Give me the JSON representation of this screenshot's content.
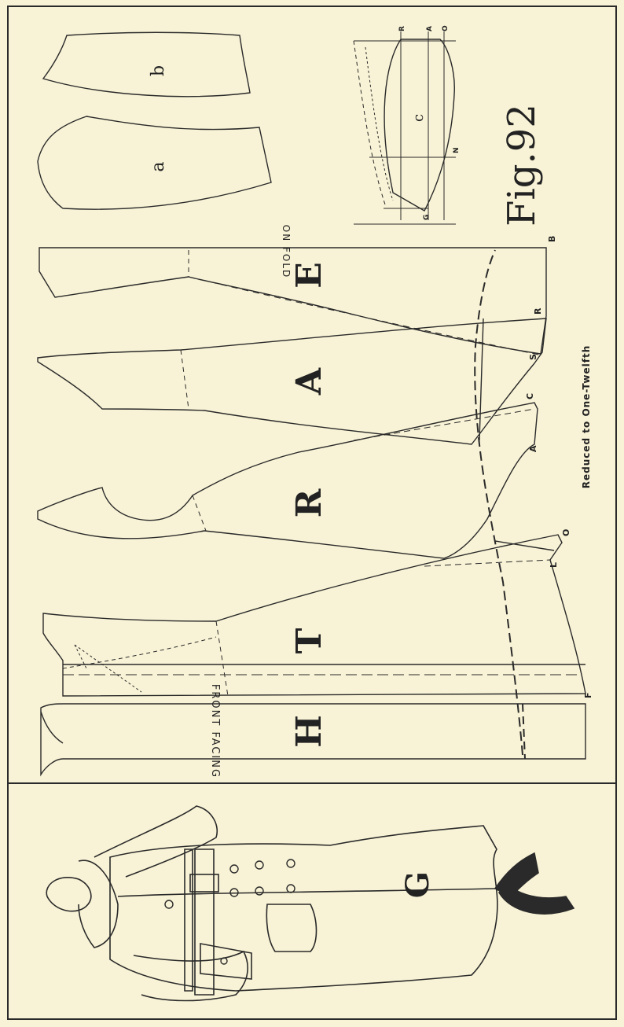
{
  "paper_color": "#f8f3d6",
  "ink_color": "#2a2a2a",
  "figure": {
    "title": "Fig.92",
    "scale_note": "Reduced to One-Twelfth"
  },
  "pattern_pieces": {
    "H": "H",
    "T": "T",
    "R": "R",
    "A": "A",
    "E": "E",
    "a": "a",
    "b": "b",
    "c": "c"
  },
  "annotations": {
    "front_facing": "FRONT FACING",
    "on_fold": "ON FOLD"
  },
  "points": {
    "B": "B",
    "R": "R",
    "S": "S",
    "C": "C",
    "A": "A",
    "O": "O",
    "L": "L",
    "F": "F",
    "sleeve_R": "R",
    "sleeve_A": "A",
    "sleeve_O": "O",
    "sleeve_N": "N",
    "sleeve_G": "G"
  },
  "illustration": {
    "letter": "G"
  }
}
